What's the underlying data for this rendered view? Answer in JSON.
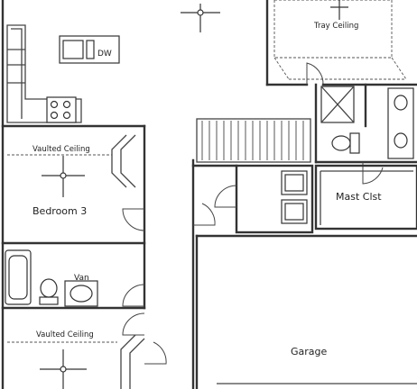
{
  "labels": {
    "tray_ceiling": "Tray Ceiling",
    "dw": "DW",
    "vaulted_ceiling_1": "Vaulted Ceiling",
    "bedroom_3": "Bedroom 3",
    "mast_clst": "Mast Clst",
    "van": "Van",
    "vaulted_ceiling_2": "Vaulted Ceiling",
    "garage": "Garage"
  }
}
